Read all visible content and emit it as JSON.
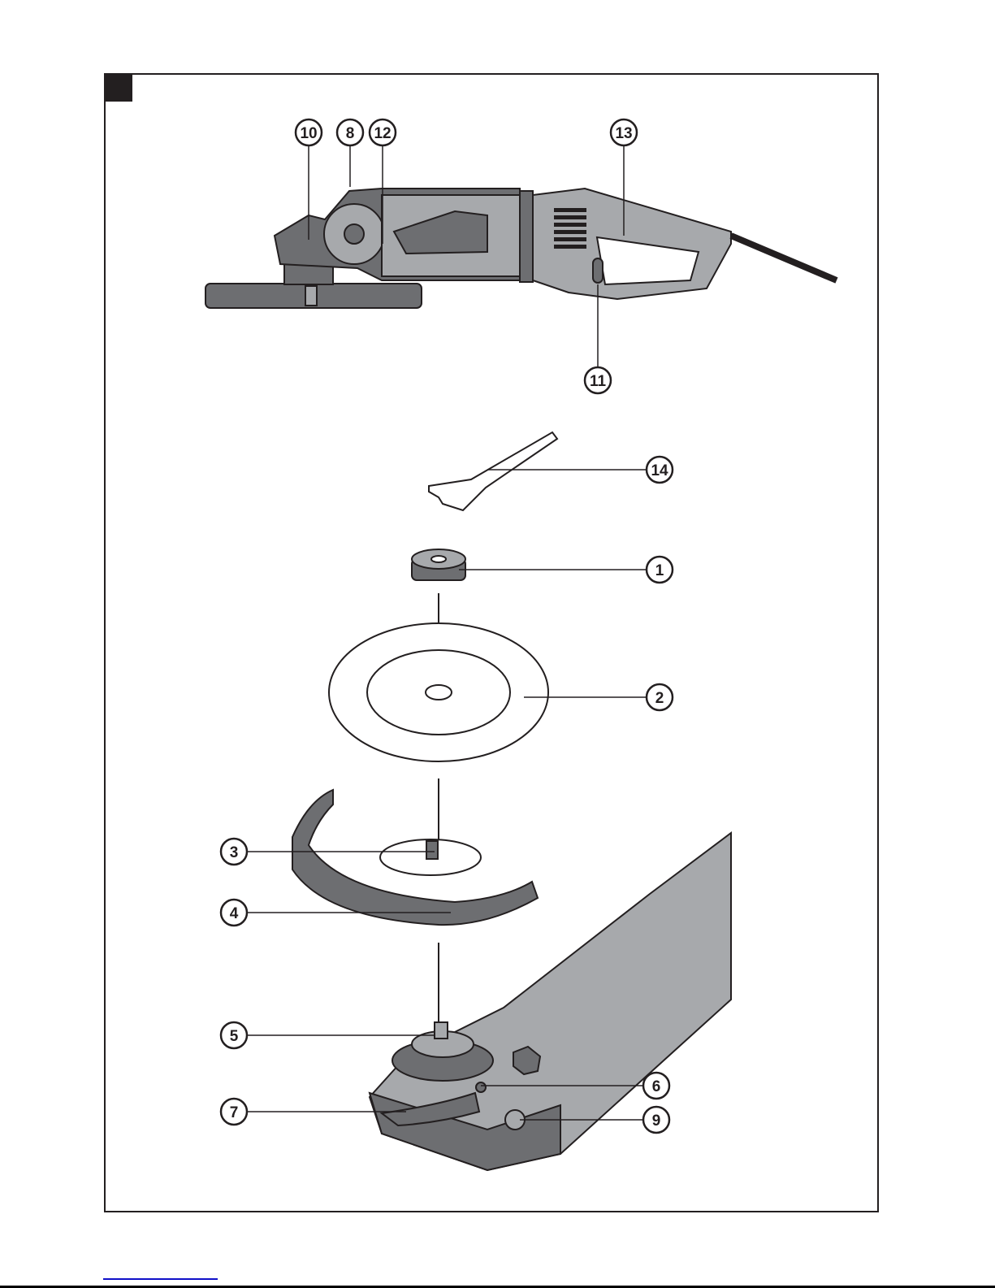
{
  "figure": {
    "callouts": [
      {
        "label": "10",
        "part": "top"
      },
      {
        "label": "8",
        "part": "top"
      },
      {
        "label": "12",
        "part": "top"
      },
      {
        "label": "13",
        "part": "top"
      },
      {
        "label": "11",
        "part": "top"
      },
      {
        "label": "14",
        "part": "wrench"
      },
      {
        "label": "1",
        "part": "nut"
      },
      {
        "label": "2",
        "part": "blade"
      },
      {
        "label": "3",
        "part": "guard"
      },
      {
        "label": "4",
        "part": "guard"
      },
      {
        "label": "5",
        "part": "spindle"
      },
      {
        "label": "6",
        "part": "head"
      },
      {
        "label": "7",
        "part": "head"
      },
      {
        "label": "9",
        "part": "head"
      }
    ]
  },
  "colors": {
    "ink": "#231f20",
    "tool_grey": "#a7a9ac",
    "dark_grey": "#6d6e71",
    "link": "#1010c8"
  }
}
